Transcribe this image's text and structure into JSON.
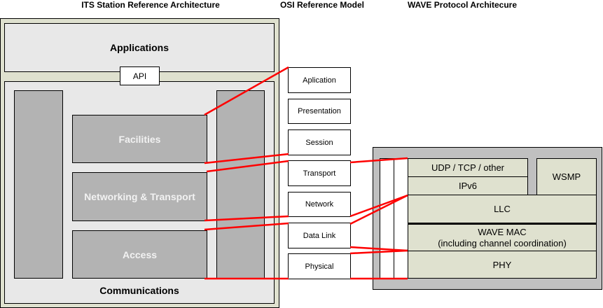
{
  "headers": {
    "its": "ITS Station Reference Architecture",
    "osi": "OSI Reference Model",
    "wave": "WAVE Protocol Architecure"
  },
  "its": {
    "applications": "Applications",
    "api": "API",
    "facilities": "Facilities",
    "networking": "Networking & Transport",
    "access": "Access",
    "communications": "Communications"
  },
  "osi": {
    "layers": [
      "Aplication",
      "Presentation",
      "Session",
      "Transport",
      "Network",
      "Data Link",
      "Physical"
    ]
  },
  "wave": {
    "udp": "UDP / TCP / other",
    "ipv6": "IPv6",
    "wsmp": "WSMP",
    "llc": "LLC",
    "mac_line1": "WAVE MAC",
    "mac_line2": "(including channel coordination)",
    "phy": "PHY"
  },
  "colors": {
    "connector": "#ff0000",
    "its_outer": "#dfe1cf",
    "its_inner": "#e8e8e8",
    "block_dark": "#b3b3b3",
    "wave_outer": "#c0c0c0",
    "wave_layer": "#dfe1cf"
  }
}
